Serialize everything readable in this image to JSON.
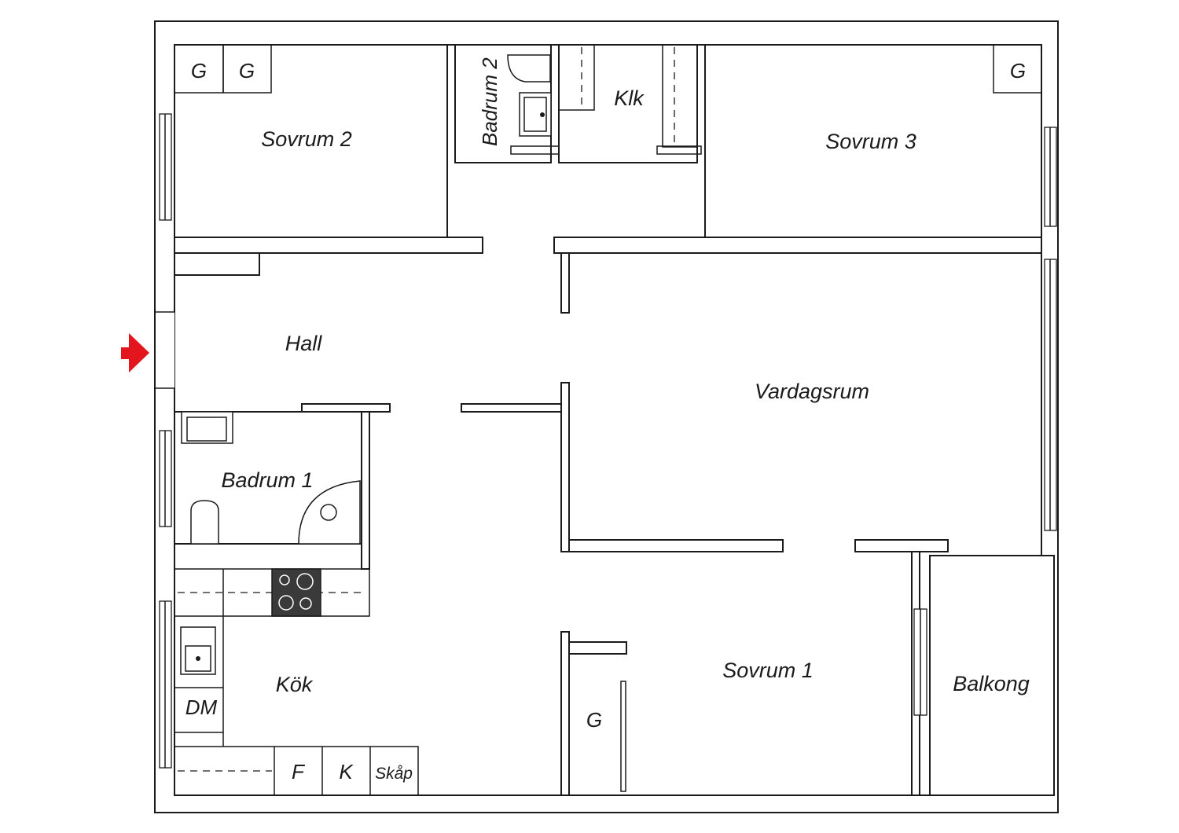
{
  "rooms": {
    "sovrum2": "Sovrum 2",
    "badrum2": "Badrum 2",
    "klk": "Klk",
    "sovrum3": "Sovrum 3",
    "hall": "Hall",
    "vardagsrum": "Vardagsrum",
    "badrum1": "Badrum 1",
    "kok": "Kök",
    "sovrum1": "Sovrum 1",
    "balkong": "Balkong"
  },
  "fixtures": {
    "garderob": "G",
    "diskmaskin": "DM",
    "frys": "F",
    "kyl": "K",
    "skap": "Skåp"
  },
  "entrance": {
    "icon": "entrance-arrow-icon",
    "color": "#e3161d"
  },
  "colors": {
    "wall": "#1a1a1a",
    "background": "#ffffff",
    "stove": "#3a3a3a"
  }
}
